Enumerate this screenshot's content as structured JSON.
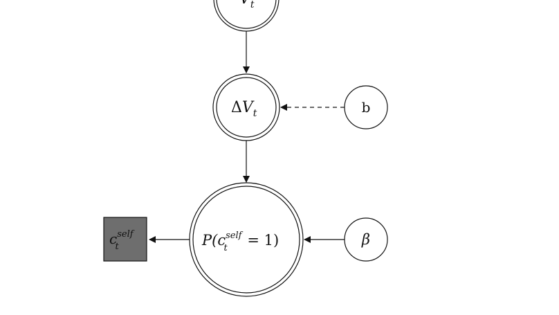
{
  "nodes": {
    "top": {
      "main": "V",
      "sub": "t"
    },
    "delta_v": {
      "prefix": "Δ",
      "main": "V",
      "sub": "t"
    },
    "b": {
      "label": "b"
    },
    "prob": {
      "open": "P(",
      "var": "c",
      "sup": "self",
      "sub": "t",
      "close": " = 1)"
    },
    "beta": {
      "label": "β"
    },
    "observed": {
      "var": "c",
      "sup": "self",
      "sub": "t"
    }
  },
  "colors": {
    "observed_fill": "#6e6e6e",
    "stroke": "#111111"
  }
}
